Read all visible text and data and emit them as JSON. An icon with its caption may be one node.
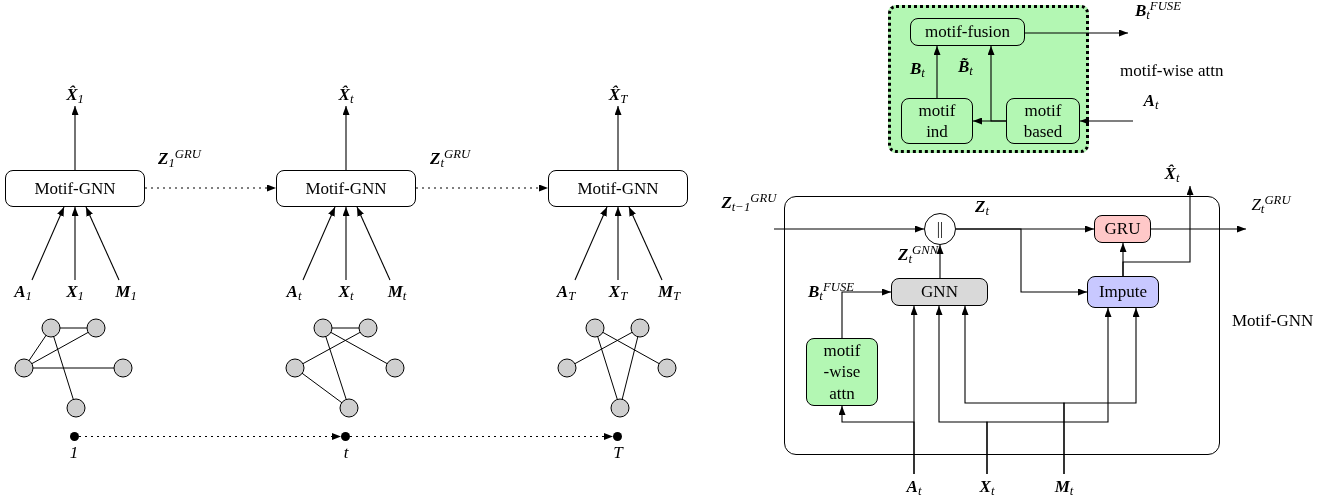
{
  "diagram": {
    "nodes": [
      {
        "text": [
          "**X̂**$_{1}$"
        ]
      },
      {
        "text": [
          "**X̂**$_{t}$"
        ]
      },
      {
        "text": [
          "**X̂**$_{T}$"
        ]
      },
      {
        "text": [
          "Motif-GNN"
        ]
      },
      {
        "text": [
          "Motif-GNN"
        ]
      },
      {
        "text": [
          "Motif-GNN"
        ]
      },
      {
        "text": [
          "**A**$_{1}$"
        ]
      },
      {
        "text": [
          "**X**$_{1}$"
        ]
      },
      {
        "text": [
          "**M**$_{1}$"
        ]
      },
      {
        "text": [
          "**A**$_{t}$"
        ]
      },
      {
        "text": [
          "**X**$_{t}$"
        ]
      },
      {
        "text": [
          "**M**$_{t}$"
        ]
      },
      {
        "text": [
          "**A**$_{T}$"
        ]
      },
      {
        "text": [
          "**X**$_{T}$"
        ]
      },
      {
        "text": [
          "**M**$_{T}$"
        ]
      },
      {
        "text": [],
        "shape": "circle",
        "beside": [
          "1"
        ]
      },
      {
        "text": [],
        "shape": "circle",
        "beside": [
          "t"
        ]
      },
      {
        "text": [],
        "shape": "circle",
        "beside": [
          "T"
        ]
      },
      {
        "text": [],
        "shape": "box",
        "beside": [
          "motif-wise attn"
        ]
      },
      {
        "text": [
          "motif-fusion"
        ],
        "in": 18
      },
      {
        "text": [
          "motif ind"
        ],
        "in": 18
      },
      {
        "text": [
          "motif based"
        ],
        "in": 18
      },
      {
        "text": [
          "**B**$_{t}$$^{FUSE}$"
        ]
      },
      {
        "text": [
          "**A**$_{t}$"
        ]
      },
      {
        "text": [],
        "shape": "box",
        "beside": [
          "Motif-GNN"
        ]
      },
      {
        "text": [
          "||"
        ],
        "in": 24
      },
      {
        "text": [
          "GRU"
        ],
        "in": 24
      },
      {
        "text": [
          "GNN"
        ],
        "in": 24
      },
      {
        "text": [
          "Impute"
        ],
        "in": 24
      },
      {
        "text": [
          "motif -wise attn"
        ],
        "in": 24
      },
      {
        "text": [
          "**Z**$_{t−1}$$^{GRU}$"
        ]
      },
      {
        "text": [
          "Z$_{t}$$^{GRU}$"
        ]
      },
      {
        "text": [
          "**X̂**$_{t}$"
        ]
      },
      {
        "text": [
          "**A**$_{t}$"
        ]
      },
      {
        "text": [
          "**X**$_{t}$"
        ]
      },
      {
        "text": [
          "**M**$_{t}$"
        ]
      }
    ],
    "edges": [
      {
        "from": 3,
        "to": 0,
        "arrow": "to"
      },
      {
        "from": 4,
        "to": 1,
        "arrow": "to"
      },
      {
        "from": 5,
        "to": 2,
        "arrow": "to"
      },
      {
        "from": 6,
        "to": 3,
        "arrow": "to"
      },
      {
        "from": 7,
        "to": 3,
        "arrow": "to"
      },
      {
        "from": 8,
        "to": 3,
        "arrow": "to"
      },
      {
        "from": 9,
        "to": 4,
        "arrow": "to"
      },
      {
        "from": 10,
        "to": 4,
        "arrow": "to"
      },
      {
        "from": 11,
        "to": 4,
        "arrow": "to"
      },
      {
        "from": 12,
        "to": 5,
        "arrow": "to"
      },
      {
        "from": 13,
        "to": 5,
        "arrow": "to"
      },
      {
        "from": 14,
        "to": 5,
        "arrow": "to"
      },
      {
        "from": 3,
        "to": 4,
        "arrow": "to",
        "label": "**Z**$_{1}$$^{GRU}$",
        "style": "dashed"
      },
      {
        "from": 4,
        "to": 5,
        "arrow": "to",
        "label": "**Z**$_{t}$$^{GRU}$",
        "style": "dashed"
      },
      {
        "from": 15,
        "to": 16,
        "arrow": "to",
        "style": "dashed"
      },
      {
        "from": 16,
        "to": 17,
        "arrow": "to",
        "style": "dashed"
      },
      {
        "from": 19,
        "to": 22,
        "arrow": "to"
      },
      {
        "from": 20,
        "to": 19,
        "arrow": "to",
        "label": "**B**$_{t}$"
      },
      {
        "from": 21,
        "to": 20,
        "arrow": "to"
      },
      {
        "from": 21,
        "to": 19,
        "arrow": "to",
        "label": "**B̃**$_{t}$"
      },
      {
        "from": 23,
        "to": 21,
        "arrow": "to"
      },
      {
        "from": 30,
        "to": 25,
        "arrow": "to"
      },
      {
        "from": 25,
        "to": 26,
        "arrow": "to",
        "label": "**Z**$_{t}$"
      },
      {
        "from": 25,
        "to": 28,
        "arrow": "to"
      },
      {
        "from": 27,
        "to": 25,
        "arrow": "to",
        "label": "**Z**$_{t}$$^{GNN}$"
      },
      {
        "from": 29,
        "to": 27,
        "arrow": "to",
        "label": "**B**$_{t}$$^{FUSE}$"
      },
      {
        "from": 26,
        "to": 31,
        "arrow": "to"
      },
      {
        "from": 28,
        "to": 26,
        "arrow": "to"
      },
      {
        "from": 28,
        "to": 32,
        "arrow": "to"
      },
      {
        "from": 33,
        "to": 27,
        "arrow": "to"
      },
      {
        "from": 33,
        "to": 29,
        "arrow": "to"
      },
      {
        "from": 34,
        "to": 27,
        "arrow": "to"
      },
      {
        "from": 34,
        "to": 28,
        "arrow": "to"
      },
      {
        "from": 35,
        "to": 27,
        "arrow": "to"
      },
      {
        "from": 35,
        "to": 28,
        "arrow": "to"
      }
    ]
  }
}
